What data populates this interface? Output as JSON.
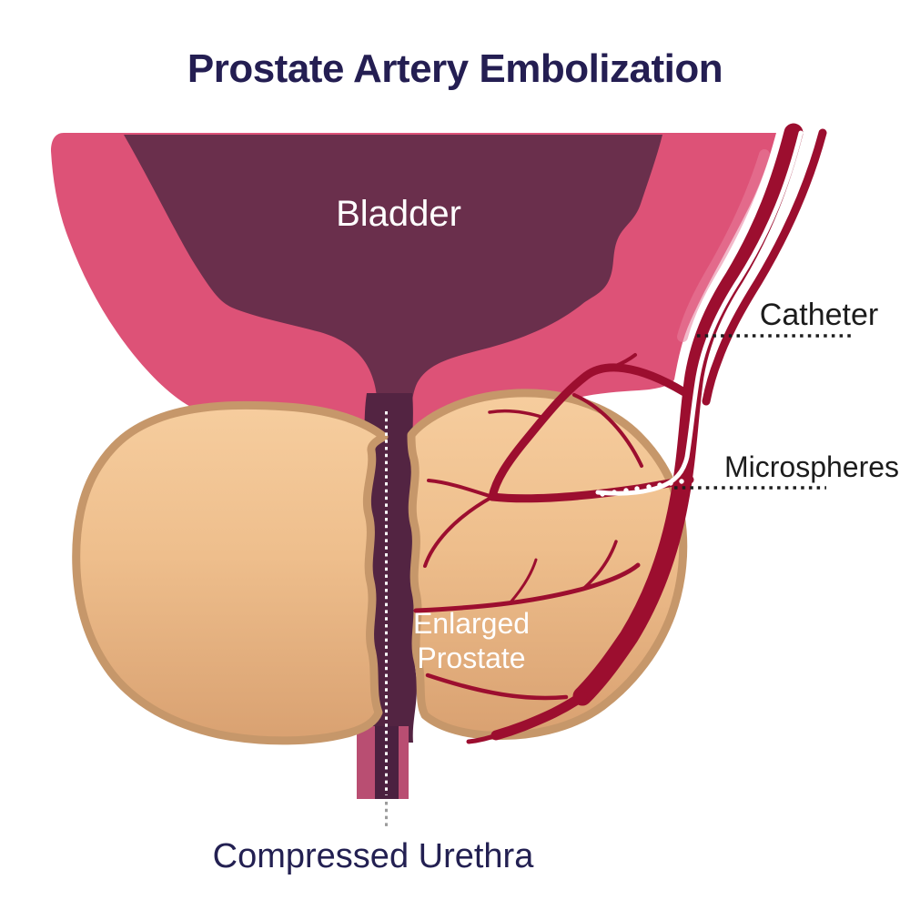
{
  "title": "Prostate Artery Embolization",
  "labels": {
    "bladder": "Bladder",
    "catheter": "Catheter",
    "microspheres": "Microspheres",
    "enlarged_prostate": [
      "Enlarged",
      "Prostate"
    ],
    "compressed_urethra": "Compressed Urethra"
  },
  "colors": {
    "background": "#ffffff",
    "title_text": "#241e52",
    "annotation_text": "#1c1c1c",
    "bottom_label_text": "#232052",
    "white_label_text": "#ffffff",
    "bladder_wall": "#dd5277",
    "bladder_highlight": "#e87e9c",
    "bladder_interior": "#6a2f4c",
    "urethra_channel": "#532442",
    "urethra_tube_wall": "#b94e72",
    "urethra_tube_lumen": "#4b2140",
    "prostate_top": "#f6cd9e",
    "prostate_mid": "#eebe8c",
    "prostate_bottom": "#d9a171",
    "prostate_border": "#c6976a",
    "artery": "#9c0e2f",
    "catheter_line": "#ffffff",
    "microsphere_dot": "#ffffff",
    "leader_dots": "#1d1d1d",
    "urethra_dotted_line": "#ffffff",
    "urethra_dotted_line_below": "#9b9b9b"
  }
}
